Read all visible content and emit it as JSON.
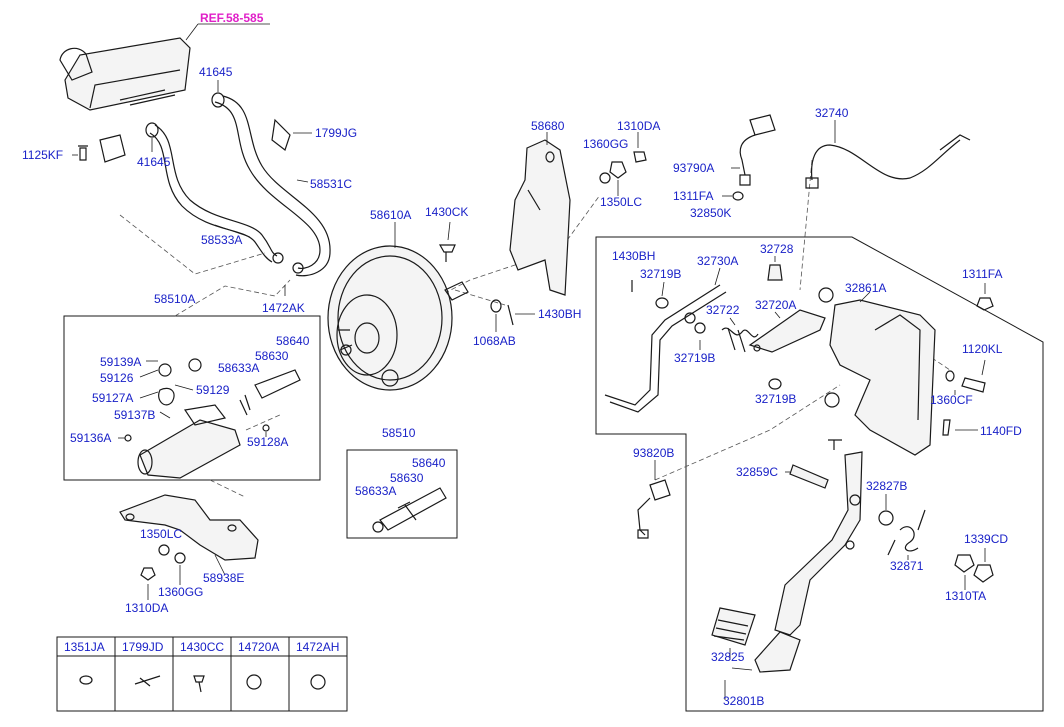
{
  "reference": "REF.58-585",
  "callouts": {
    "c41645a": "41645",
    "c1799JG": "1799JG",
    "c1125KF": "1125KF",
    "c41645b": "41645",
    "c58531C": "58531C",
    "c58533A": "58533A",
    "c58680": "58680",
    "c1310DA_top": "1310DA",
    "c1360GG_top": "1360GG",
    "c1350LC_top": "1350LC",
    "c58610A": "58610A",
    "c1430CK": "1430CK",
    "c1472AK": "1472AK",
    "c58510A": "58510A",
    "c1068AB": "1068AB",
    "c1430BH_mid": "1430BH",
    "c59139A": "59139A",
    "c59126": "59126",
    "c58633A_a": "58633A",
    "c58630_a": "58630",
    "c58640_a": "58640",
    "c59129": "59129",
    "c59127A": "59127A",
    "c59137B": "59137B",
    "c59136A": "59136A",
    "c59128A": "59128A",
    "c58510": "58510",
    "c58640_b": "58640",
    "c58630_b": "58630",
    "c58633A_b": "58633A",
    "c1350LC_bot": "1350LC",
    "c1360GG_bot": "1360GG",
    "c58938E": "58938E",
    "c1310DA_bot": "1310DA",
    "c93790A": "93790A",
    "c1311FA_a": "1311FA",
    "c32740": "32740",
    "c32850K": "32850K",
    "c1430BH_right": "1430BH",
    "c32719B_a": "32719B",
    "c32730A": "32730A",
    "c32728": "32728",
    "c1311FA_b": "1311FA",
    "c32722": "32722",
    "c32720A": "32720A",
    "c32861A": "32861A",
    "c32719B_b": "32719B",
    "c1120KL": "1120KL",
    "c32719B_c": "32719B",
    "c1360CF": "1360CF",
    "c1140FD": "1140FD",
    "c93820B": "93820B",
    "c32859C": "32859C",
    "c32827B": "32827B",
    "c1339CD": "1339CD",
    "c32871": "32871",
    "c1310TA": "1310TA",
    "c32825": "32825",
    "c32801B": "32801B"
  },
  "legend": {
    "headers": [
      "1351JA",
      "1799JD",
      "1430CC",
      "14720A",
      "1472AH"
    ],
    "icons": [
      "nut-icon",
      "clip-icon",
      "screw-icon",
      "hose-clamp-icon",
      "hose-clamp-icon"
    ]
  }
}
